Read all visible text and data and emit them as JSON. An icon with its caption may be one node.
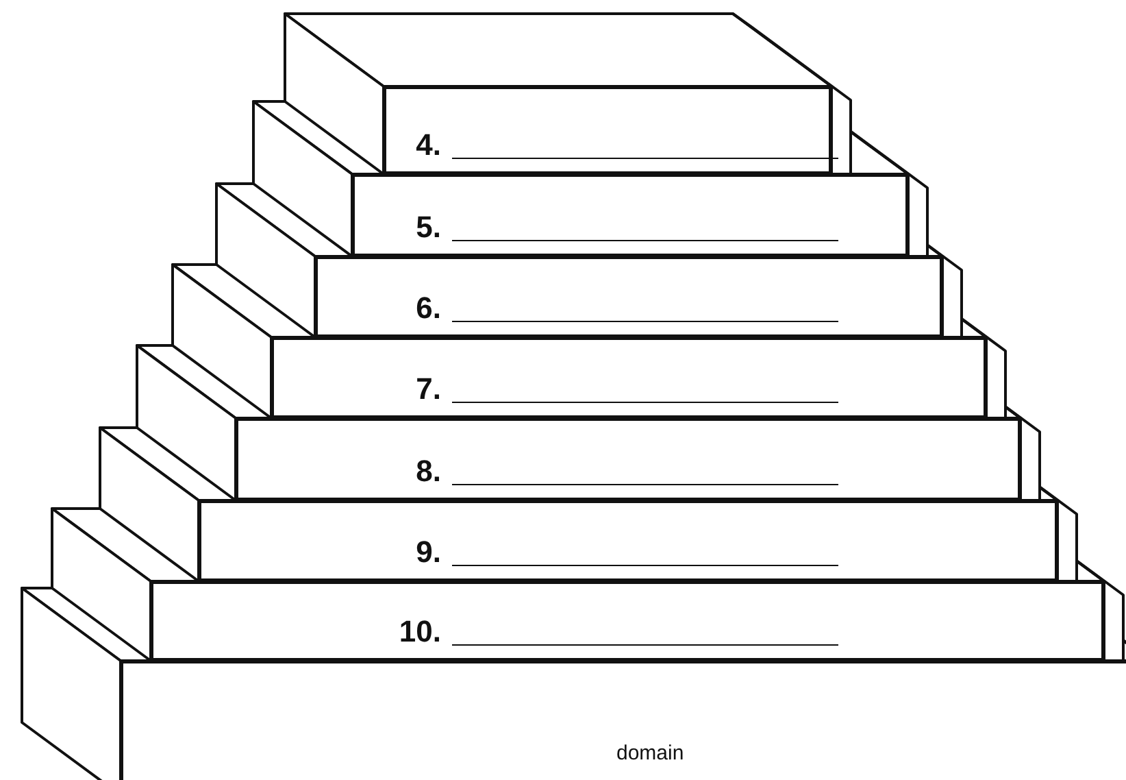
{
  "diagram": {
    "nodes": [
      {
        "text": [
          "4."
        ]
      },
      {
        "text": [
          "5."
        ]
      },
      {
        "text": [
          "6."
        ]
      },
      {
        "text": [
          "7."
        ]
      },
      {
        "text": [
          "8."
        ]
      },
      {
        "text": [
          "9."
        ]
      },
      {
        "text": [
          "10."
        ]
      },
      {
        "text": [
          "domain"
        ]
      }
    ]
  }
}
